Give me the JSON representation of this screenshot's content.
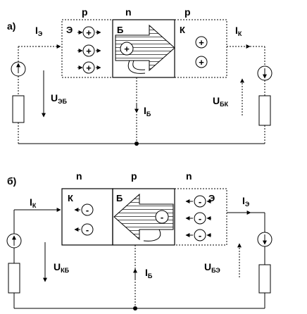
{
  "diagram_a": {
    "marker": "а)",
    "regions": [
      "p",
      "n",
      "p"
    ],
    "emitter_label": "Э",
    "base_label": "Б",
    "collector_label": "К",
    "i_emitter": {
      "main": "I",
      "sub": "Э"
    },
    "i_base": {
      "main": "I",
      "sub": "Б"
    },
    "i_collector": {
      "main": "I",
      "sub": "К"
    },
    "u_eb": {
      "main": "U",
      "sub": "ЭБ"
    },
    "u_bk": {
      "main": "U",
      "sub": "БК"
    }
  },
  "diagram_b": {
    "marker": "б)",
    "regions": [
      "n",
      "p",
      "n"
    ],
    "collector_label": "К",
    "base_label": "Б",
    "emitter_label": "Э",
    "i_collector": {
      "main": "I",
      "sub": "К"
    },
    "i_base": {
      "main": "I",
      "sub": "Б"
    },
    "i_emitter": {
      "main": "I",
      "sub": "Э"
    },
    "u_kb": {
      "main": "U",
      "sub": "КБ"
    },
    "u_be": {
      "main": "U",
      "sub": "БЭ"
    }
  },
  "symbols": {
    "plus": "+",
    "minus": "-"
  }
}
